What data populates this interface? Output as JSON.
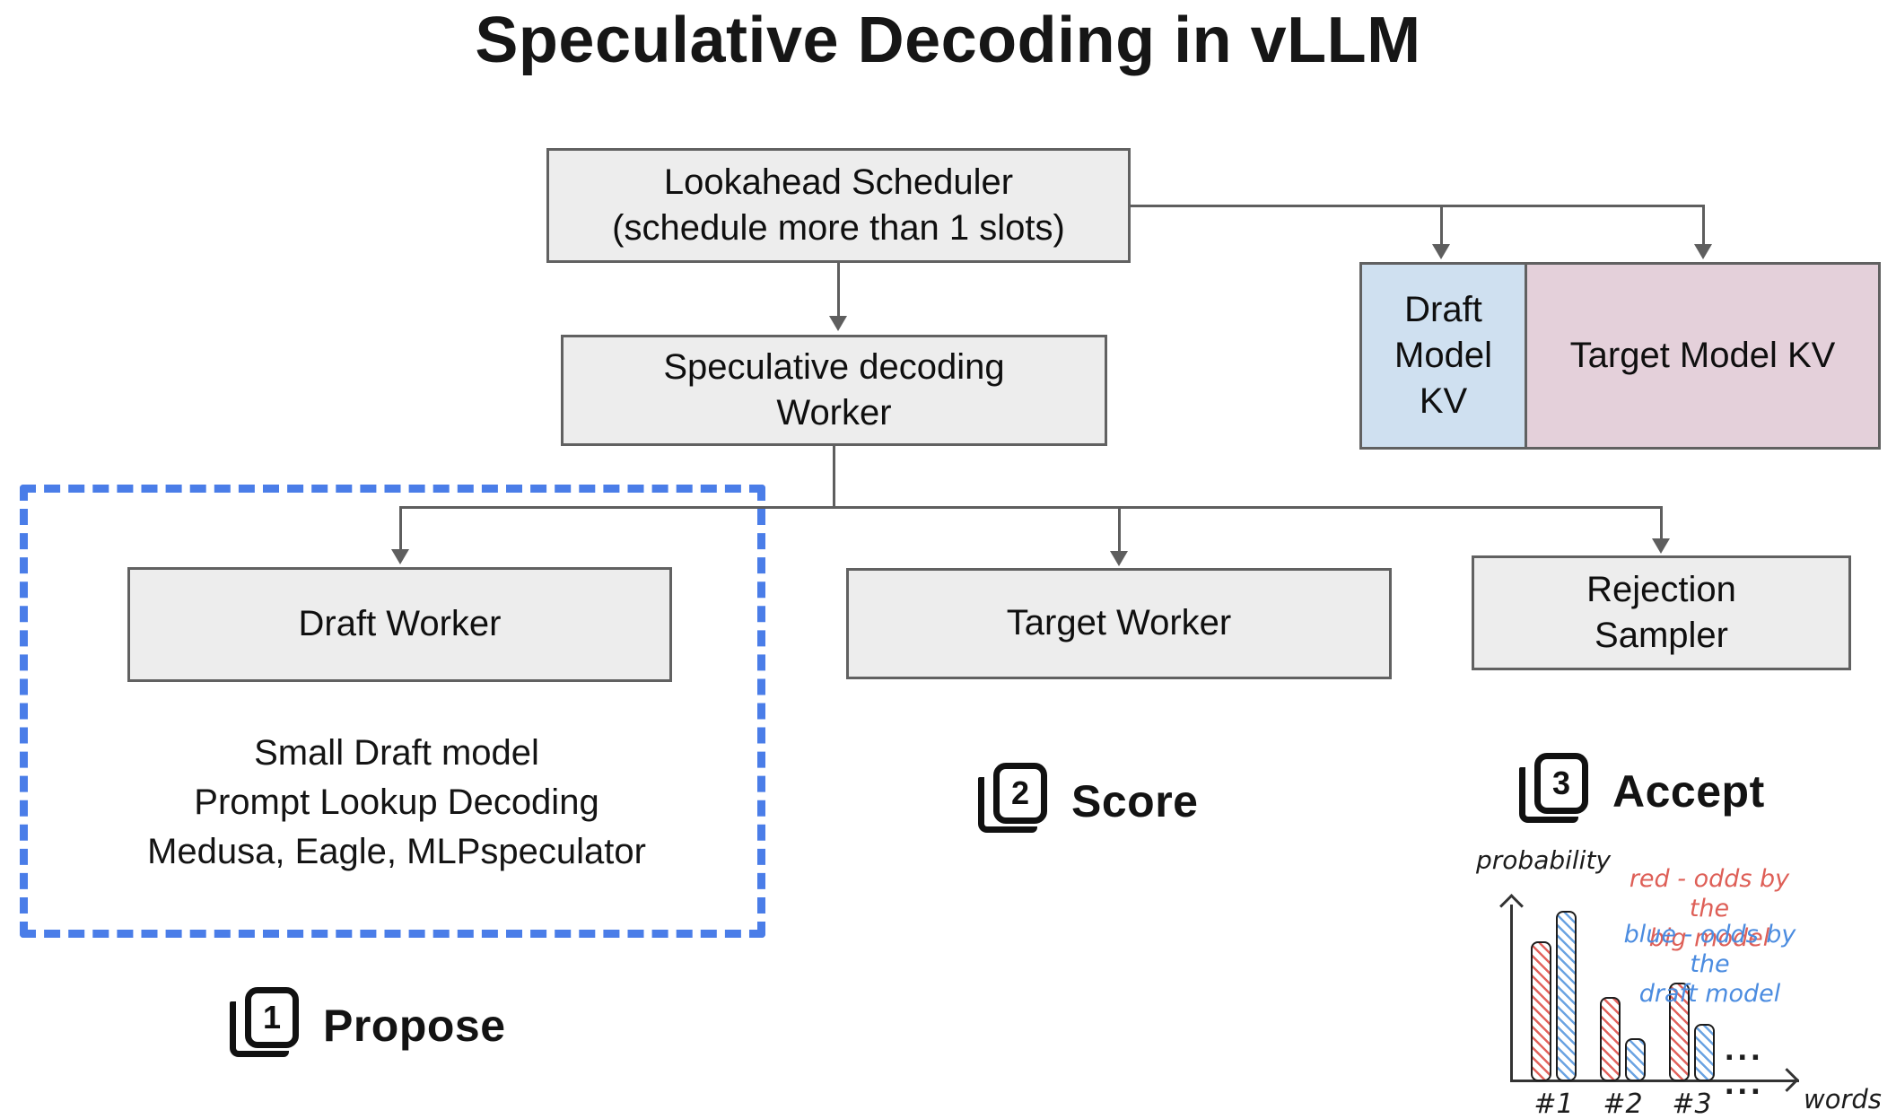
{
  "title": "Speculative Decoding in vLLM",
  "nodes": {
    "lookahead": {
      "line1": "Lookahead Scheduler",
      "line2": "(schedule more than 1 slots)"
    },
    "spec_worker": {
      "line1": "Speculative decoding",
      "line2": "Worker"
    },
    "draft_kv": {
      "label": "Draft Model KV"
    },
    "target_kv": {
      "label": "Target Model KV"
    },
    "draft_worker": {
      "label": "Draft Worker"
    },
    "target_worker": {
      "label": "Target Worker"
    },
    "rejection_sampler": {
      "line1": "Rejection",
      "line2": "Sampler"
    }
  },
  "draft_methods": {
    "line1": "Small Draft model",
    "line2": "Prompt Lookup Decoding",
    "line3": "Medusa, Eagle, MLPspeculator"
  },
  "steps": [
    {
      "number": "1",
      "label": "Propose"
    },
    {
      "number": "2",
      "label": "Score"
    },
    {
      "number": "3",
      "label": "Accept"
    }
  ],
  "colors": {
    "box_fill": "#ededed",
    "box_border": "#616161",
    "connector": "#5e5e5e",
    "draft_kv_fill": "#cfe0f0",
    "target_kv_fill": "#e4d0da",
    "dashed_border": "#4a7de8",
    "bar_red": "#e2635d",
    "bar_blue": "#6aa3e2",
    "legend_red_text": "#de5f57",
    "legend_blue_text": "#4b8ce0"
  },
  "chart_data": {
    "type": "bar",
    "title": "",
    "categories": [
      "#1",
      "#2",
      "#3"
    ],
    "series": [
      {
        "name": "red - odds by the big model",
        "color": "#e2635d",
        "values": [
          0.78,
          0.47,
          0.55
        ]
      },
      {
        "name": "blue - odds by the draft model",
        "color": "#6aa3e2",
        "values": [
          0.95,
          0.24,
          0.32
        ]
      }
    ],
    "xlabel": "words",
    "ylabel": "probability",
    "ylim": [
      0,
      1
    ],
    "grid": false,
    "legend_position": "upper right",
    "ellipsis": "...",
    "legend": {
      "red": [
        "red - odds by the",
        "big model"
      ],
      "blue": [
        "blue - odds by the",
        "draft model"
      ]
    }
  }
}
